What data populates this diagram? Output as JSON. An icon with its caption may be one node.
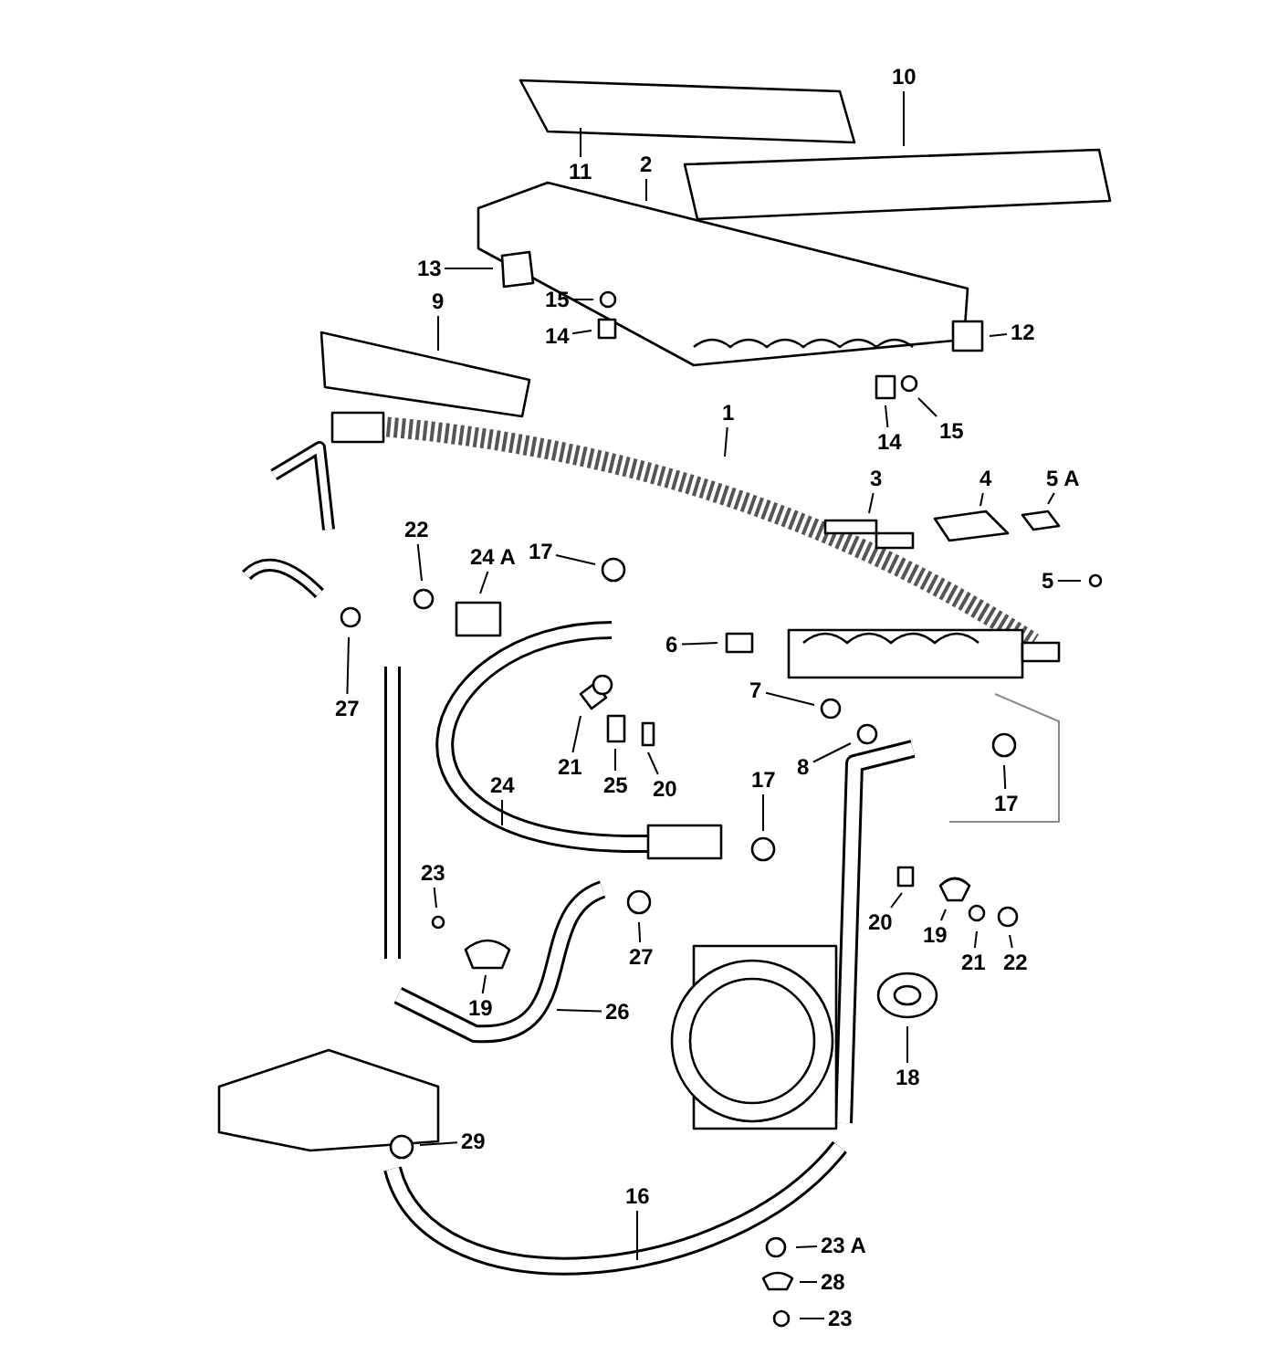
{
  "diagram": {
    "nodes": [
      {
        "text": [
          "10"
        ]
      },
      {
        "text": [
          "11"
        ]
      },
      {
        "text": [
          "2"
        ]
      },
      {
        "text": [
          "13"
        ]
      },
      {
        "text": [
          "9"
        ]
      },
      {
        "text": [
          "15"
        ]
      },
      {
        "text": [
          "12"
        ]
      },
      {
        "text": [
          "14"
        ]
      },
      {
        "text": [
          "15"
        ]
      },
      {
        "text": [
          "1"
        ]
      },
      {
        "text": [
          "14"
        ]
      },
      {
        "text": [
          "3"
        ]
      },
      {
        "text": [
          "4"
        ]
      },
      {
        "text": [
          "5 A"
        ]
      },
      {
        "text": [
          "22"
        ]
      },
      {
        "text": [
          "24 A"
        ]
      },
      {
        "text": [
          "17"
        ]
      },
      {
        "text": [
          "5"
        ]
      },
      {
        "text": [
          "6"
        ]
      },
      {
        "text": [
          "27"
        ]
      },
      {
        "text": [
          "7"
        ]
      },
      {
        "text": [
          "8"
        ]
      },
      {
        "text": [
          "21"
        ]
      },
      {
        "text": [
          "25"
        ]
      },
      {
        "text": [
          "20"
        ]
      },
      {
        "text": [
          "24"
        ]
      },
      {
        "text": [
          "17"
        ]
      },
      {
        "text": [
          "17"
        ]
      },
      {
        "text": [
          "23"
        ]
      },
      {
        "text": [
          "20"
        ]
      },
      {
        "text": [
          "19"
        ]
      },
      {
        "text": [
          "21"
        ]
      },
      {
        "text": [
          "22"
        ]
      },
      {
        "text": [
          "27"
        ]
      },
      {
        "text": [
          "19"
        ]
      },
      {
        "text": [
          "26"
        ]
      },
      {
        "text": [
          "18"
        ]
      },
      {
        "text": [
          "29"
        ]
      },
      {
        "text": [
          "16"
        ]
      },
      {
        "text": [
          "23 A"
        ]
      },
      {
        "text": [
          "28"
        ]
      },
      {
        "text": [
          "23"
        ]
      }
    ],
    "edges": [
      {
        "from": 0,
        "to": null,
        "arrow": "none"
      },
      {
        "from": 1,
        "to": null,
        "arrow": "none"
      },
      {
        "from": 2,
        "to": null,
        "arrow": "none"
      },
      {
        "from": 3,
        "to": null,
        "arrow": "none"
      },
      {
        "from": 4,
        "to": null,
        "arrow": "none"
      },
      {
        "from": 5,
        "to": null,
        "arrow": "none"
      },
      {
        "from": 6,
        "to": null,
        "arrow": "none"
      },
      {
        "from": 7,
        "to": null,
        "arrow": "none"
      },
      {
        "from": 8,
        "to": null,
        "arrow": "none"
      },
      {
        "from": 9,
        "to": null,
        "arrow": "none"
      },
      {
        "from": 10,
        "to": null,
        "arrow": "none"
      },
      {
        "from": 11,
        "to": null,
        "arrow": "none"
      },
      {
        "from": 12,
        "to": null,
        "arrow": "none"
      },
      {
        "from": 13,
        "to": null,
        "arrow": "none"
      },
      {
        "from": 14,
        "to": null,
        "arrow": "none"
      },
      {
        "from": 15,
        "to": null,
        "arrow": "none"
      },
      {
        "from": 16,
        "to": null,
        "arrow": "none"
      },
      {
        "from": 17,
        "to": null,
        "arrow": "none"
      },
      {
        "from": 18,
        "to": null,
        "arrow": "none"
      },
      {
        "from": 19,
        "to": null,
        "arrow": "none"
      },
      {
        "from": 20,
        "to": null,
        "arrow": "none"
      },
      {
        "from": 21,
        "to": null,
        "arrow": "none"
      },
      {
        "from": 22,
        "to": null,
        "arrow": "none"
      },
      {
        "from": 23,
        "to": null,
        "arrow": "none"
      },
      {
        "from": 24,
        "to": null,
        "arrow": "none"
      },
      {
        "from": 25,
        "to": null,
        "arrow": "none"
      },
      {
        "from": 26,
        "to": null,
        "arrow": "none"
      },
      {
        "from": 27,
        "to": null,
        "arrow": "none"
      },
      {
        "from": 28,
        "to": null,
        "arrow": "none"
      },
      {
        "from": 29,
        "to": null,
        "arrow": "none"
      },
      {
        "from": 30,
        "to": null,
        "arrow": "none"
      },
      {
        "from": 31,
        "to": null,
        "arrow": "none"
      },
      {
        "from": 32,
        "to": null,
        "arrow": "none"
      },
      {
        "from": 33,
        "to": null,
        "arrow": "none"
      },
      {
        "from": 34,
        "to": null,
        "arrow": "none"
      },
      {
        "from": 35,
        "to": null,
        "arrow": "none"
      },
      {
        "from": 36,
        "to": null,
        "arrow": "none"
      },
      {
        "from": 37,
        "to": null,
        "arrow": "none"
      },
      {
        "from": 38,
        "to": null,
        "arrow": "none"
      },
      {
        "from": 39,
        "to": null,
        "arrow": "none"
      },
      {
        "from": 40,
        "to": null,
        "arrow": "none"
      },
      {
        "from": 41,
        "to": null,
        "arrow": "none"
      }
    ]
  }
}
